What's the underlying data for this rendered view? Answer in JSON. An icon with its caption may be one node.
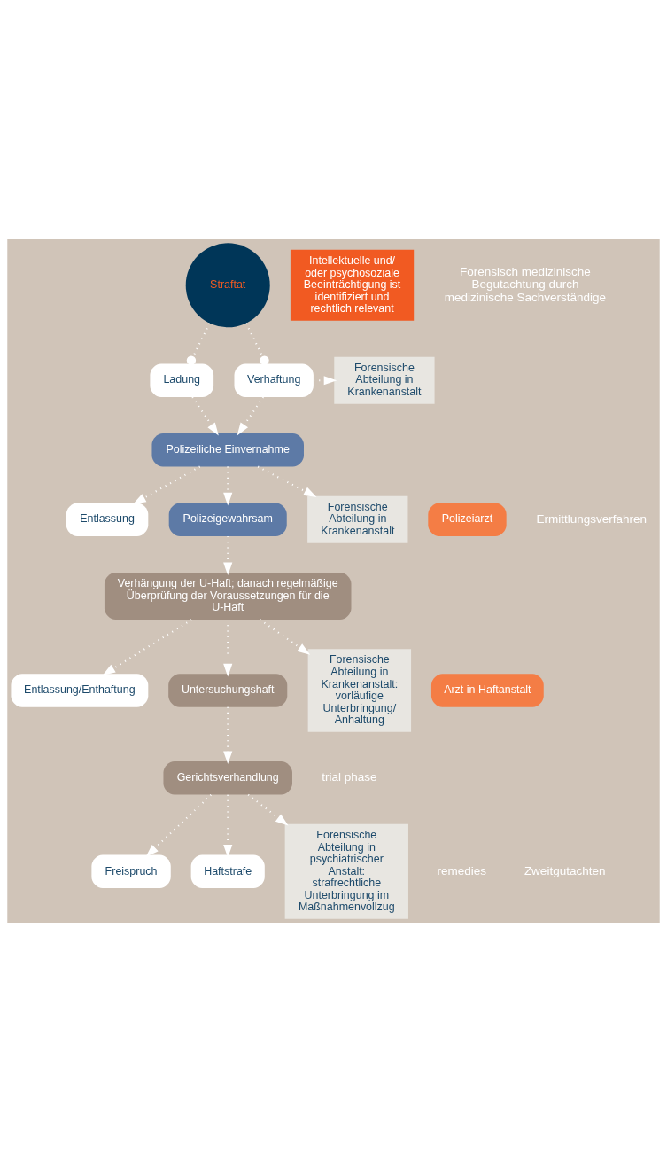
{
  "diagram": {
    "nodes": [
      {
        "text": [
          "Straftat"
        ]
      },
      {
        "text": [
          "Ladung"
        ]
      },
      {
        "text": [
          "Verhaftung"
        ]
      },
      {
        "text": [
          "Polizeiliche Einvernahme"
        ]
      },
      {
        "text": [
          "Entlassung"
        ]
      },
      {
        "text": [
          "Polizeigewahrsam"
        ]
      },
      {
        "text": [
          "Polizeiarzt"
        ]
      },
      {
        "text": [
          "Verhängung der U-Haft; danach regelmäßige Überprüfung der Voraussetzungen für die U-Haft"
        ]
      },
      {
        "text": [
          "Entlassung/Enthaftung"
        ]
      },
      {
        "text": [
          "Untersuchungshaft"
        ]
      },
      {
        "text": [
          "Arzt in Haftanstalt"
        ]
      },
      {
        "text": [
          "Gerichtsverhandlung"
        ]
      },
      {
        "text": [
          "Freispruch"
        ]
      },
      {
        "text": [
          "Haftstrafe"
        ]
      },
      {
        "text": [
          "Intellektuelle und/ oder psychosoziale Beeinträchtigung ist identifiziert und rechtlich relevant"
        ]
      },
      {
        "text": [
          "Forensische Abteilung in Krankenanstalt"
        ]
      },
      {
        "text": [
          "Forensische Abteilung in Krankenanstalt"
        ]
      },
      {
        "text": [
          "Forensische Abteilung in Krankenanstalt: vorläufige Unterbringung/ Anhaltung"
        ]
      },
      {
        "text": [
          "Forensische Abteilung in psychiatrischer Anstalt: strafrechtliche Unterbringung im Maßnahmenvollzug"
        ]
      }
    ],
    "edges": [
      {
        "from": 0,
        "to": 1,
        "arrow": "other"
      },
      {
        "from": 0,
        "to": 2,
        "arrow": "other"
      },
      {
        "from": 1,
        "to": 3,
        "arrow": "to"
      },
      {
        "from": 2,
        "to": 3,
        "arrow": "to"
      },
      {
        "from": 2,
        "to": 15,
        "arrow": "to"
      },
      {
        "from": 3,
        "to": 4,
        "arrow": "to"
      },
      {
        "from": 3,
        "to": 5,
        "arrow": "to"
      },
      {
        "from": 3,
        "to": 16,
        "arrow": "to"
      },
      {
        "from": 5,
        "to": 7,
        "arrow": "to"
      },
      {
        "from": 7,
        "to": 8,
        "arrow": "to"
      },
      {
        "from": 7,
        "to": 9,
        "arrow": "to"
      },
      {
        "from": 7,
        "to": 17,
        "arrow": "to"
      },
      {
        "from": 9,
        "to": 11,
        "arrow": "to"
      },
      {
        "from": 11,
        "to": 12,
        "arrow": "to"
      },
      {
        "from": 11,
        "to": 13,
        "arrow": "to"
      },
      {
        "from": 11,
        "to": 18,
        "arrow": "to"
      }
    ],
    "labels": [
      "Ermittlungsverfahren",
      "trial phase",
      "remedies",
      "Forensisch medizinische Begutachtung durch medizinische Sachverständige",
      "Zweitgutachten"
    ]
  }
}
